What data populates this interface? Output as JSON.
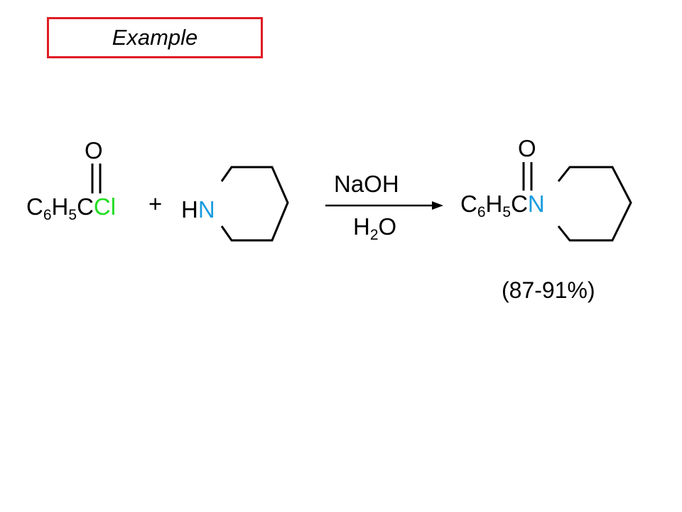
{
  "title": "Example",
  "colors": {
    "frame": "#e01c24",
    "chlorine": "#22dd22",
    "nitrogen": "#1a9ce0",
    "text": "#000000"
  },
  "reactant1": {
    "carbonyl_o": "O",
    "c": "C",
    "c_sub": "6",
    "h": "H",
    "h_sub": "5",
    "c2": "C",
    "leaving_group": "Cl"
  },
  "plus": "+",
  "reactant2": {
    "h": "H",
    "n": "N"
  },
  "conditions": {
    "above": "NaOH",
    "below_h": "H",
    "below_sub": "2",
    "below_o": "O"
  },
  "product": {
    "carbonyl_o": "O",
    "c": "C",
    "c_sub": "6",
    "h": "H",
    "h_sub": "5",
    "c2": "C",
    "n": "N"
  },
  "yield": "(87-91%)"
}
